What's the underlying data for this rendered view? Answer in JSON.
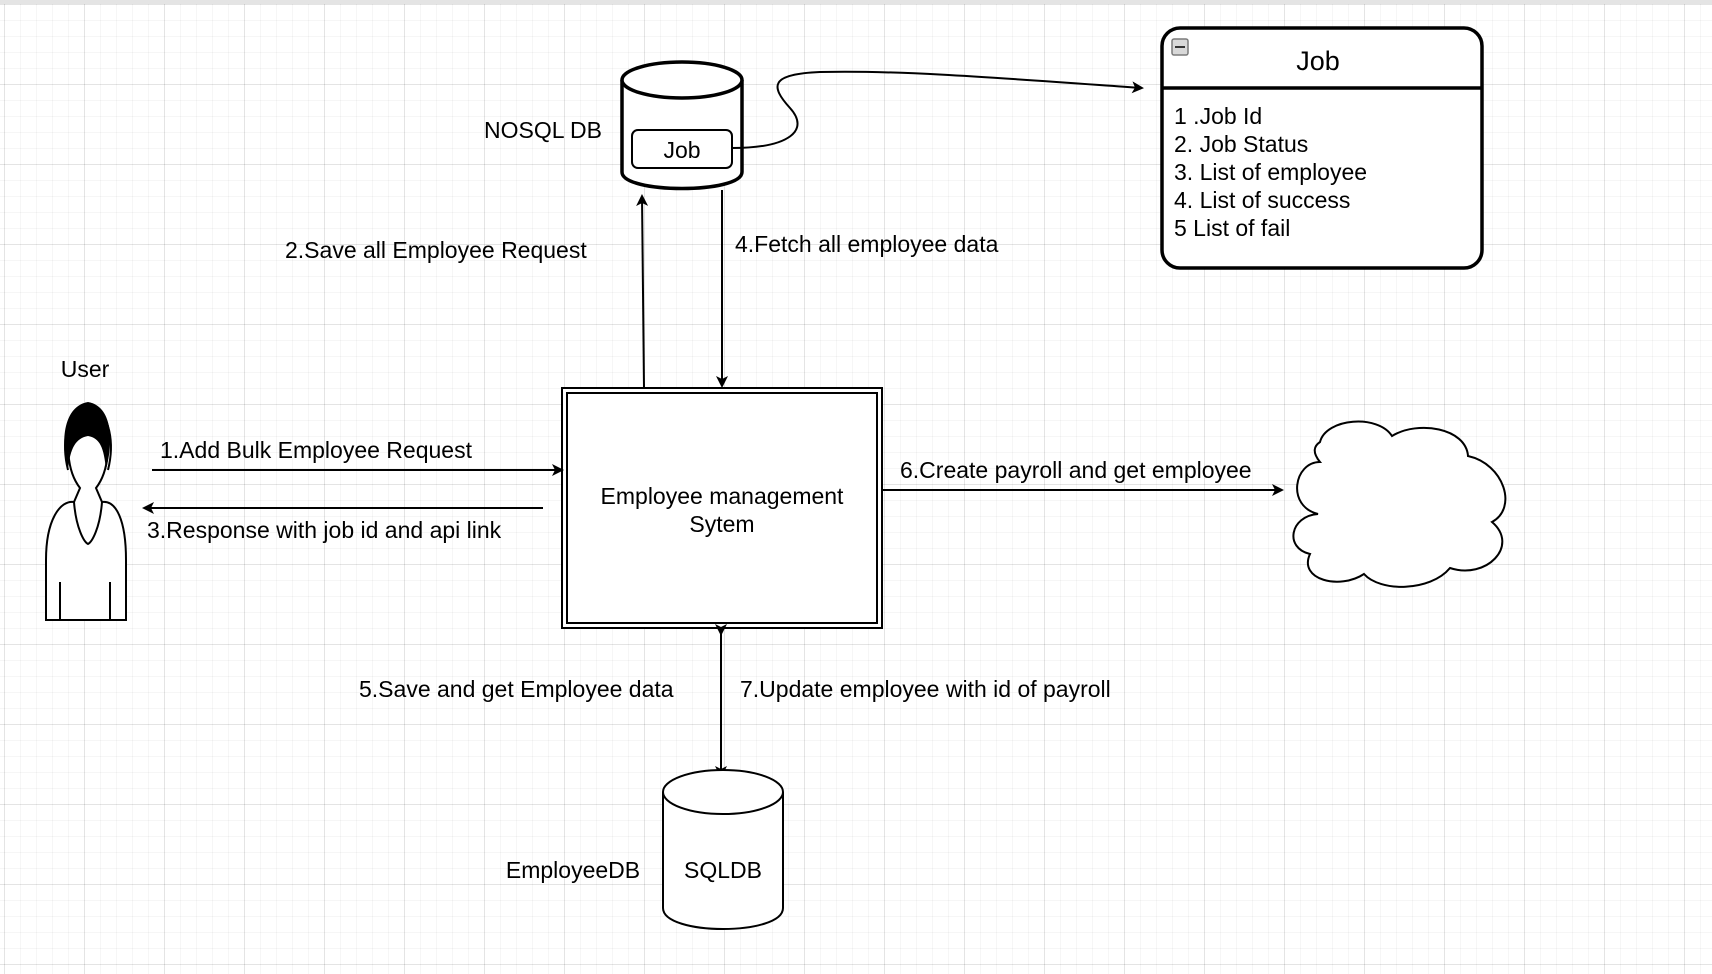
{
  "diagram": {
    "nodes": {
      "user": {
        "label": "User"
      },
      "nosql": {
        "label": "NOSQL DB",
        "inner_label": "Job"
      },
      "job_entity": {
        "title": "Job",
        "fields": [
          "1 .Job Id",
          "2. Job Status",
          "3. List of employee",
          "4. List of success",
          "5  List of fail"
        ]
      },
      "system": {
        "line1": "Employee management",
        "line2": "Sytem"
      },
      "sqldb": {
        "label": "EmployeeDB",
        "inner_label": "SQLDB"
      },
      "cloud": {
        "label": ""
      }
    },
    "edges": {
      "e1": "1.Add Bulk Employee Request",
      "e2": "2.Save all Employee Request",
      "e3": "3.Response with job id and api link",
      "e4": "4.Fetch all employee data",
      "e5": "5.Save and get Employee data",
      "e6": "6.Create payroll and get employee",
      "e7": "7.Update employee with id of payroll"
    }
  }
}
